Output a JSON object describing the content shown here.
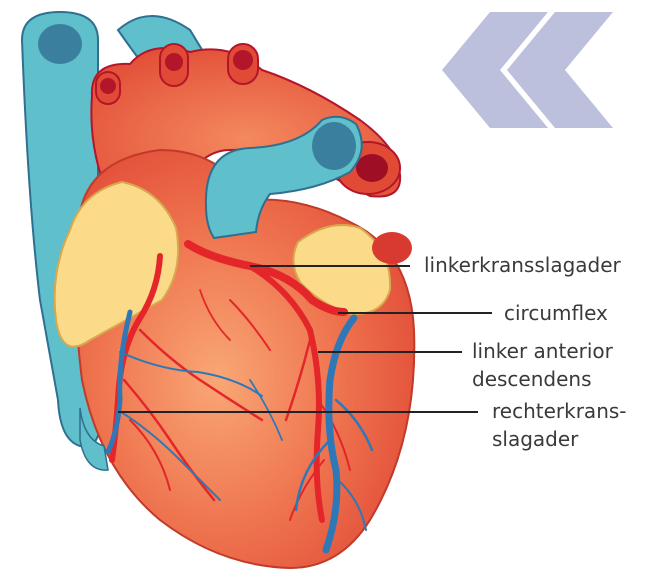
{
  "labels": {
    "left_coronary": "linkerkransslagader",
    "circumflex": "circumflex",
    "lad_line1": "linker anterior",
    "lad_line2": "descendens",
    "right_coronary_line1": "rechterkrans-",
    "right_coronary_line2": "slagader"
  },
  "icons": {
    "back_chevrons": "double-chevron-left-icon"
  },
  "colors": {
    "heart_body": "#e95a3c",
    "heart_highlight": "#f7a070",
    "vessel_teal": "#5fbfca",
    "vessel_teal_dark": "#3a7f9e",
    "artery_red": "#e4262a",
    "artery_dark": "#b3152a",
    "vein_blue": "#2f78b8",
    "fat_yellow": "#fbdb8a",
    "chevron": "#bcc0dc",
    "label_text": "#3a3a3a",
    "leader_line": "#222222"
  }
}
